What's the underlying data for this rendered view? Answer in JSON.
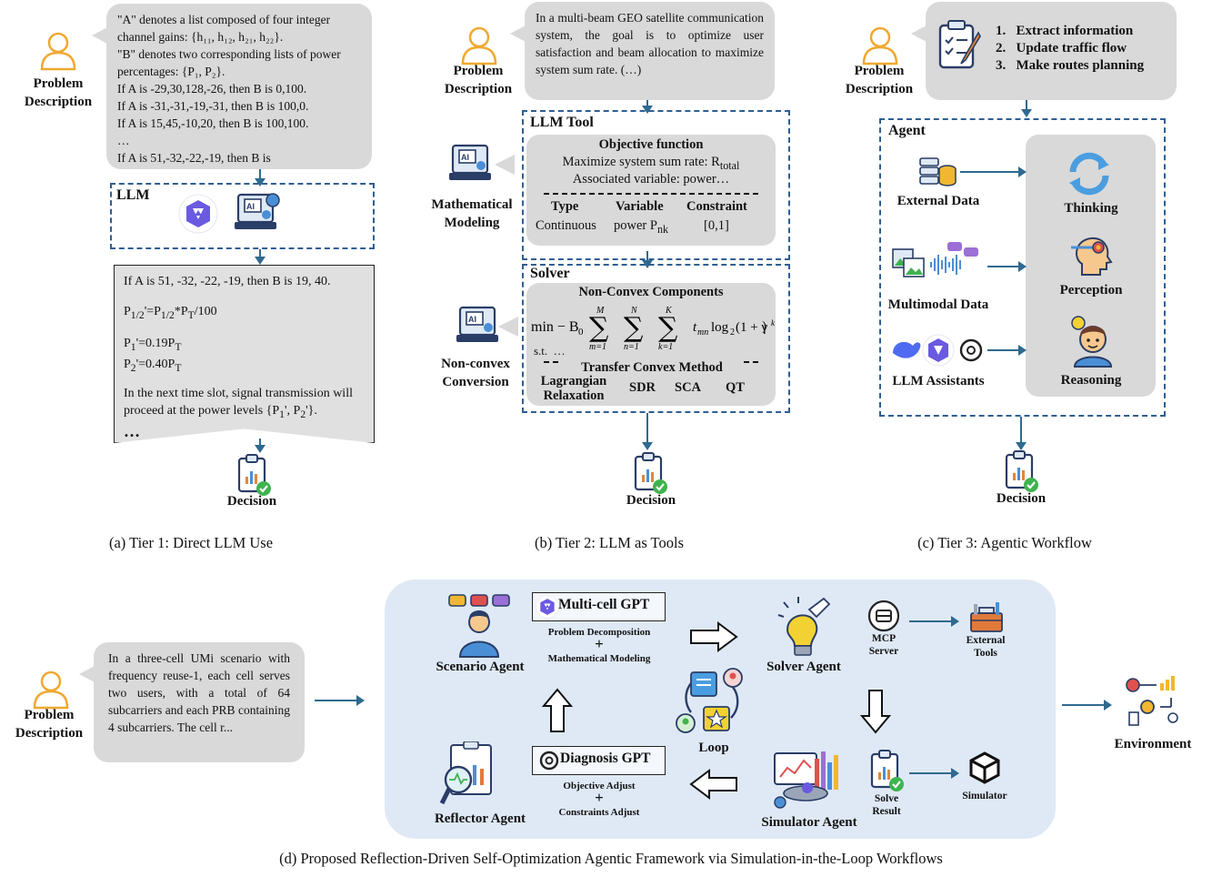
{
  "colors": {
    "accent": "#2f6a8f",
    "person": "#f0a830",
    "bubble": "#d9d9d9",
    "panel": "#dfe9f6"
  },
  "shared": {
    "problem_description": "Problem Description",
    "decision": "Decision"
  },
  "tier1": {
    "prompt": [
      "\"A\" denotes a list composed of four integer channel gains: {h₁₁, h₁₂, h₂₁, h₂₂}.",
      "\"B\" denotes two corresponding lists of power percentages: {P₁, P₂}.",
      "If A is -29,30,128,-26, then B is 0,100.",
      "If A is -31,-31,-19,-31, then B is 100,0.",
      "If A is 15,45,-10,20, then B is 100,100.",
      "…",
      "If A is 51,-32,-22,-19, then B is"
    ],
    "llm_label": "LLM",
    "output": {
      "line1": "If A is 51, -32, -22, -19, then B is 19, 40.",
      "f1": "P1/2'=P1/2*PT/100",
      "f2": "P1'=0.19PT",
      "f3": "P2'=0.40PT",
      "line2": "In the next time slot, signal transmission will proceed at the power levels {P1', P2'}.",
      "ellipsis": "…"
    },
    "caption": "(a) Tier 1: Direct LLM Use"
  },
  "tier2": {
    "prompt": "In a multi-beam GEO satellite communication system, the goal is to optimize user satisfaction and beam allocation to maximize system sum rate. (…)",
    "llm_tool": "LLM Tool",
    "math_modeling": "Mathematical Modeling",
    "obj_title": "Objective function",
    "obj_line1": "Maximize system sum rate: R",
    "obj_line1_sub": "total",
    "obj_line2": "Associated variable: power…",
    "table": {
      "headers": [
        "Type",
        "Variable",
        "Constraint"
      ],
      "row": [
        "Continuous",
        "power P",
        "[0,1]"
      ],
      "row_sub": "nk"
    },
    "solver": "Solver",
    "nonconvex": "Non-convex Conversion",
    "nc_title": "Non-Convex Components",
    "formula": "min − B₀ ∑∑∑ t_mn log₂(1 + γ^k_mn)",
    "st": "s.t.  …",
    "transfer": "Transfer Convex Method",
    "methods": [
      "Lagrangian Relaxation",
      "SDR",
      "SCA",
      "QT"
    ],
    "caption": "(b) Tier 2: LLM as Tools"
  },
  "tier3": {
    "steps": [
      "1.   Extract information",
      "2.   Update traffic flow",
      "3.   Make routes planning"
    ],
    "agent": "Agent",
    "inputs": [
      "External Data",
      "Multimodal Data",
      "LLM Assistants"
    ],
    "abilities": [
      "Thinking",
      "Perception",
      "Reasoning"
    ],
    "caption": "(c) Tier 3: Agentic Workflow"
  },
  "framework": {
    "prompt": "In a three-cell UMi scenario with frequency reuse-1, each cell serves two users, with a total of 64 subcarriers and each PRB containing 4 subcarriers. The cell r...",
    "scenario_agent": "Scenario Agent",
    "multicell": "Multi-cell GPT",
    "problem_decomp": "Problem Decomposition",
    "plus": "+",
    "math_modeling": "Mathematical Modeling",
    "solver_agent": "Solver Agent",
    "mcp": "MCP Server",
    "external_tools": "External Tools",
    "loop": "Loop",
    "reflector_agent": "Reflector Agent",
    "diagnosis": "Diagnosis GPT",
    "objective_adjust": "Objective Adjust",
    "constraints_adjust": "Constraints Adjust",
    "simulator_agent": "Simulator Agent",
    "solve_result": "Solve Result",
    "simulator": "Simulator",
    "environment": "Environment",
    "caption": "(d) Proposed Reflection-Driven Self-Optimization Agentic Framework via Simulation-in-the-Loop Workflows"
  }
}
